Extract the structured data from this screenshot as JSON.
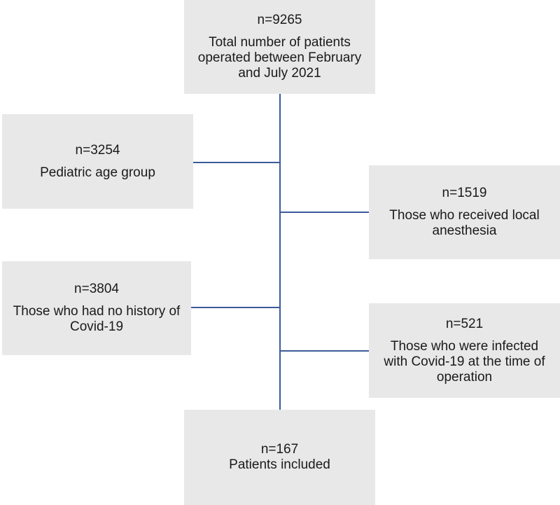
{
  "boxes": {
    "total": {
      "count": "n=9265",
      "label": "Total number of patients operated between February and July 2021"
    },
    "pediatric": {
      "count": "n=3254",
      "label": "Pediatric age group"
    },
    "local": {
      "count": "n=1519",
      "label": "Those who received local anesthesia"
    },
    "no_history": {
      "count": "n=3804",
      "label": "Those who had no history of Covid-19"
    },
    "infected": {
      "count": "n=521",
      "label": "Those who were infected with Covid-19 at the time of operation"
    },
    "included": {
      "count": "n=167",
      "label": "Patients included"
    }
  },
  "colors": {
    "box_fill": "#e8e8e8",
    "connector": "#3b5b9a"
  }
}
